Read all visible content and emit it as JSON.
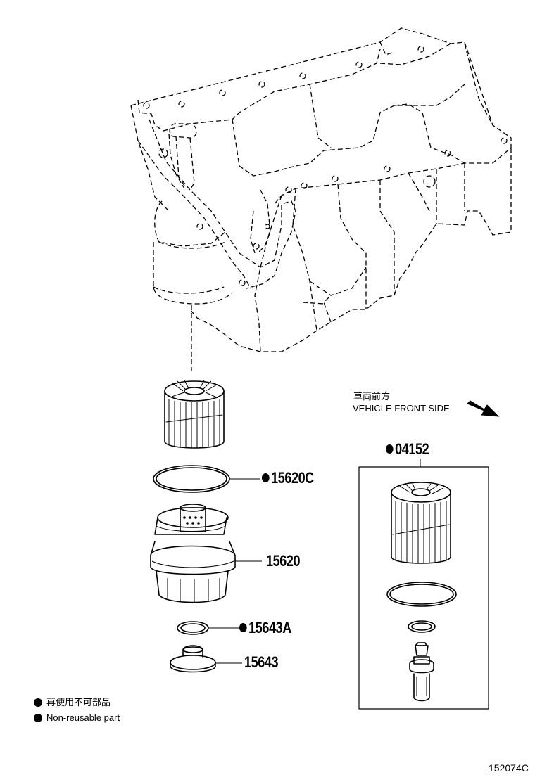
{
  "vehicle_front": {
    "label_ja": "車両前方",
    "label_en": "VEHICLE FRONT SIDE",
    "arrow_icon": "arrow-down-right-icon"
  },
  "parts": {
    "p04152": "04152",
    "p15620C": "15620C",
    "p15620": "15620",
    "p15643A": "15643A",
    "p15643": "15643"
  },
  "legend": {
    "marker_icon": "filled-circle-icon",
    "line_ja": "再使用不可部品",
    "line_en": "Non-reusable part"
  },
  "illustration_code": "152074C"
}
